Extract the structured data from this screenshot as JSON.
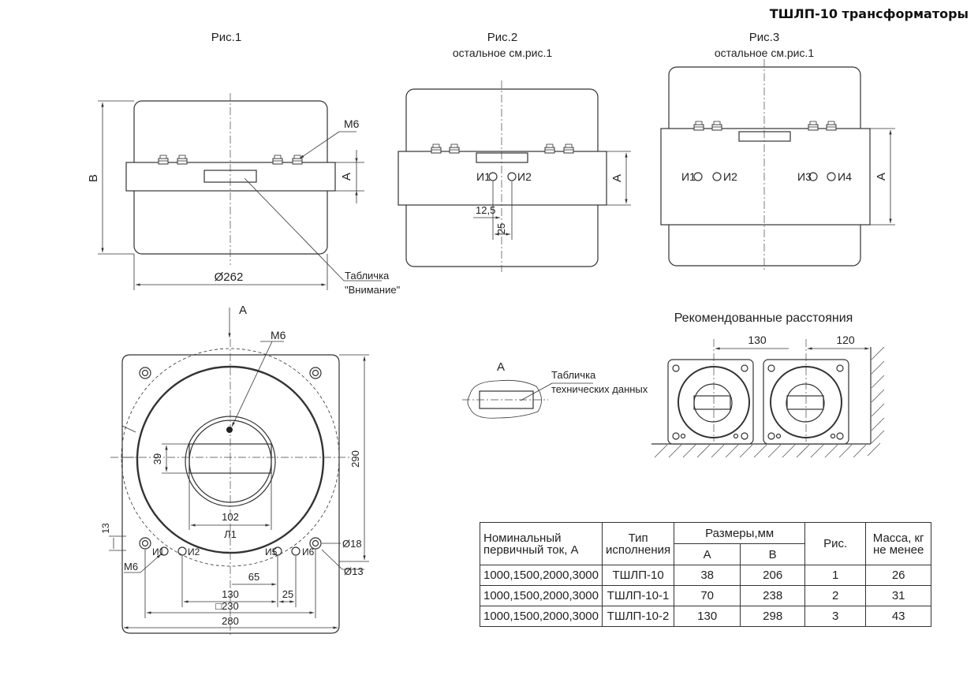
{
  "page_title": "ТШЛП-10 трансформаторы",
  "figures": {
    "fig1": {
      "title": "Рис.1"
    },
    "fig2": {
      "title": "Рис.2",
      "subtitle": "остальное см.рис.1"
    },
    "fig3": {
      "title": "Рис.3",
      "subtitle": "остальное см.рис.1"
    }
  },
  "labels": {
    "m6": "М6",
    "dim_b": "В",
    "dim_a": "А",
    "dia_262": "Ø262",
    "plate_attention_1": "Табличка",
    "plate_attention_2": "\"Внимание\"",
    "t_i1": "И1",
    "t_i2": "И2",
    "t_i3": "И3",
    "t_i4": "И4",
    "t_i5": "И5",
    "t_i6": "И6",
    "dim_12_5": "12,5",
    "dim_25": "25",
    "view_a": "А",
    "dim_39": "39",
    "dim_102": "102",
    "dim_l1": "Л1",
    "dim_290": "290",
    "dim_13": "13",
    "dia_18": "Ø18",
    "dia_13": "Ø13",
    "dim_65": "65",
    "dim_130": "130",
    "dim_25b": "25",
    "dim_230": "□230",
    "dim_280": "280",
    "plate_tech_1": "Табличка",
    "plate_tech_2": "технических данных",
    "recommended_title": "Рекомендованные расстояния",
    "rec_130": "130",
    "rec_120": "120"
  },
  "table": {
    "headers": {
      "current": "Номинальный первичный ток, А",
      "type": "Тип исполнения",
      "sizes": "Размеры,мм",
      "a": "А",
      "b": "В",
      "fig": "Рис.",
      "mass": "Масса, кг не менее"
    },
    "rows": [
      {
        "current": "1000,1500,2000,3000",
        "type": "ТШЛП-10",
        "a": "38",
        "b": "206",
        "fig": "1",
        "mass": "26"
      },
      {
        "current": "1000,1500,2000,3000",
        "type": "ТШЛП-10-1",
        "a": "70",
        "b": "238",
        "fig": "2",
        "mass": "31"
      },
      {
        "current": "1000,1500,2000,3000",
        "type": "ТШЛП-10-2",
        "a": "130",
        "b": "298",
        "fig": "3",
        "mass": "43"
      }
    ]
  }
}
